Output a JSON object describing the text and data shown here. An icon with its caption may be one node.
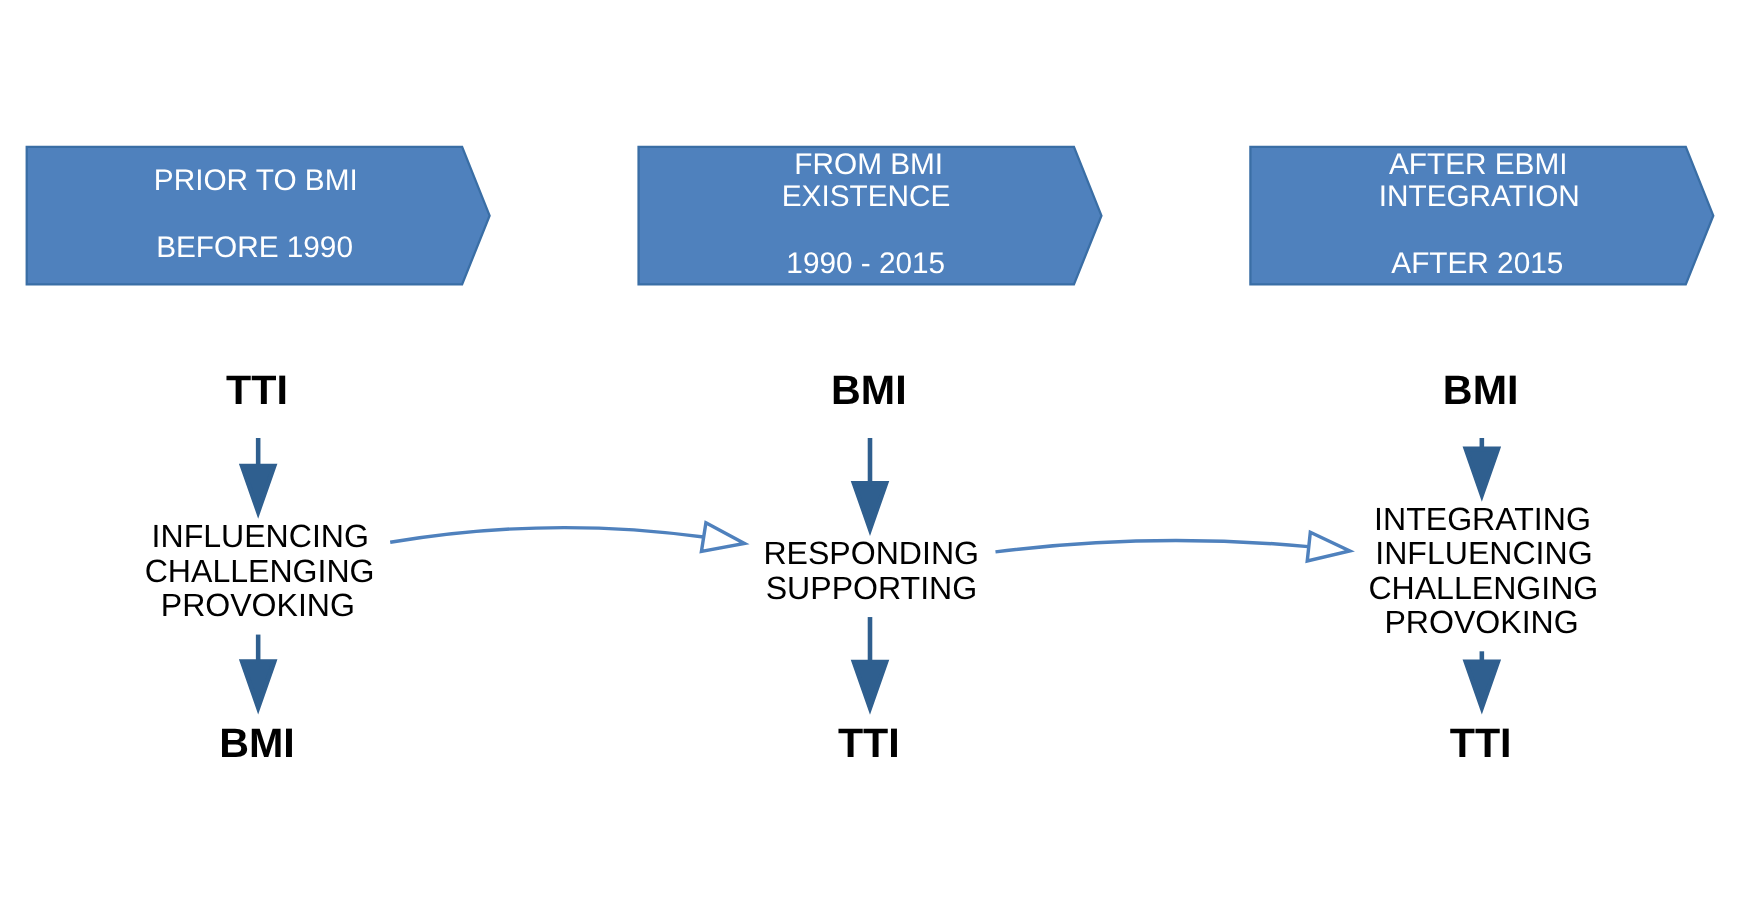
{
  "diagram": {
    "nodes": [
      {
        "text": [
          "PRIOR TO BMI",
          "BEFORE 1990"
        ]
      },
      {
        "text": [
          "FROM BMI EXISTENCE",
          "1990 - 2015"
        ]
      },
      {
        "text": [
          "AFTER EBMI INTEGRATION",
          "AFTER 2015"
        ]
      },
      {
        "text": [
          "TTI"
        ]
      },
      {
        "text": [
          "INFLUENCING CHALLENGING PROVOKING"
        ]
      },
      {
        "text": [
          "BMI"
        ]
      },
      {
        "text": [
          "BMI"
        ]
      },
      {
        "text": [
          "RESPONDING SUPPORTING"
        ]
      },
      {
        "text": [
          "TTI"
        ]
      },
      {
        "text": [
          "BMI"
        ]
      },
      {
        "text": [
          "INTEGRATING INFLUENCING CHALLENGING PROVOKING"
        ]
      },
      {
        "text": [
          "TTI"
        ]
      }
    ],
    "edges": [
      {
        "from": 3,
        "to": 4,
        "arrow": "to"
      },
      {
        "from": 4,
        "to": 5,
        "arrow": "to"
      },
      {
        "from": 6,
        "to": 7,
        "arrow": "to"
      },
      {
        "from": 7,
        "to": 8,
        "arrow": "to"
      },
      {
        "from": 9,
        "to": 10,
        "arrow": "to"
      },
      {
        "from": 10,
        "to": 11,
        "arrow": "to"
      },
      {
        "from": 4,
        "to": 7,
        "arrow": "to"
      },
      {
        "from": 7,
        "to": 10,
        "arrow": "to"
      }
    ]
  }
}
